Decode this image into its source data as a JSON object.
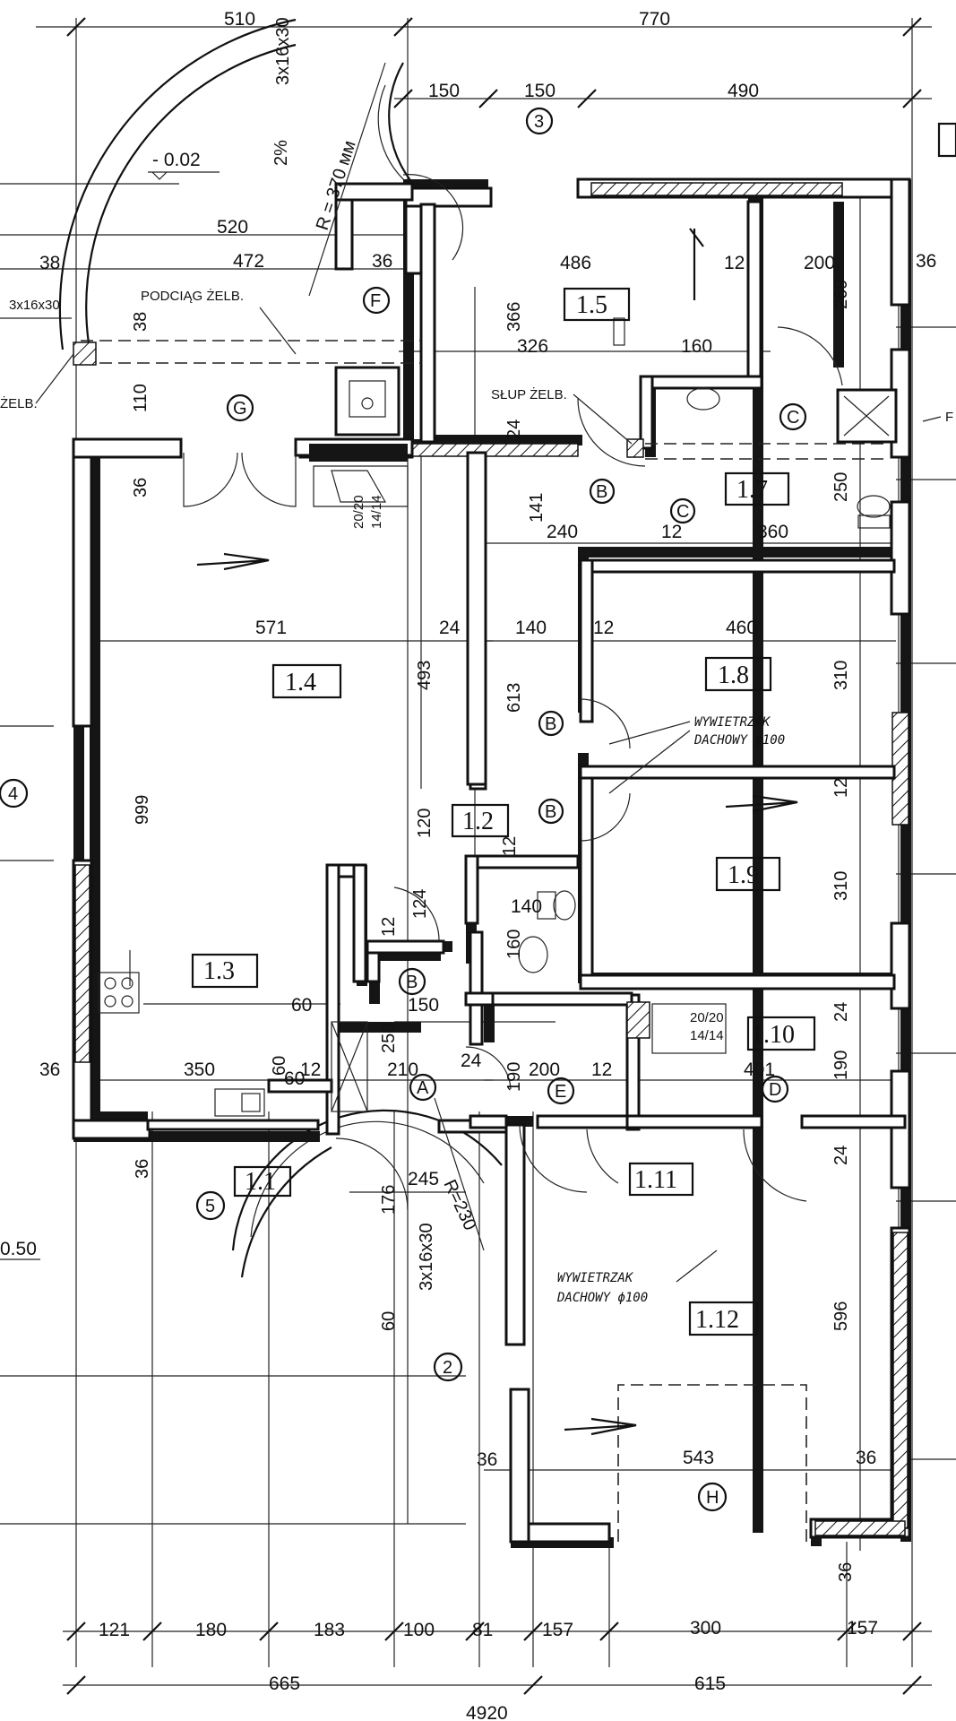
{
  "rooms": [
    "1.1",
    "1.2",
    "1.3",
    "1.4",
    "1.5",
    "1.7",
    "1.8",
    "1.9",
    "1.10",
    "1.11",
    "1.12"
  ],
  "axes": [
    "A",
    "B",
    "C",
    "D",
    "E",
    "F",
    "G",
    "H",
    "2",
    "3",
    "4",
    "5"
  ],
  "dims_top": [
    "510",
    "770",
    "150",
    "150",
    "490",
    "520",
    "472",
    "38",
    "36",
    "486",
    "12",
    "200",
    "36"
  ],
  "dims_plan": [
    "326",
    "160",
    "240",
    "12",
    "360",
    "571",
    "24",
    "140",
    "12",
    "460",
    "350",
    "60",
    "12",
    "210",
    "24",
    "200",
    "12",
    "401",
    "36",
    "60",
    "150",
    "140",
    "245",
    "543",
    "36",
    "36"
  ],
  "dims_vert": [
    "3x16x30",
    "269",
    "366",
    "38",
    "110",
    "36",
    "24",
    "141",
    "250",
    "493",
    "613",
    "999",
    "310",
    "12",
    "310",
    "120",
    "12",
    "124",
    "160",
    "12",
    "250",
    "60",
    "190",
    "24",
    "190",
    "24",
    "36",
    "176",
    "60",
    "596",
    "36",
    "3x16x30"
  ],
  "dims_bottom": [
    "121",
    "180",
    "183",
    "100",
    "81",
    "157",
    "300",
    "157",
    "665",
    "615",
    "4920"
  ],
  "labels": {
    "level_upper": "- 0.02",
    "slope": "2%",
    "radius_upper": "R = 370 мм",
    "radius_lower": "R=230",
    "beam": "PODCIĄG ŻELB.",
    "column": "SŁUP ŻELB.",
    "zelb": "ŻELB.",
    "stair_left": "3x16x30",
    "vent1": "WYWIETRZAK",
    "vent1b": "DACHOWY ϕ100",
    "vent2": "WYWIETRZAK",
    "vent2b": "DACHOWY ϕ100",
    "chimney_a": "20/20",
    "chimney_b": "14/14",
    "chimney_c": "20/20",
    "chimney_d": "14/14",
    "level_lower": "0.50",
    "edge_f": "F"
  }
}
